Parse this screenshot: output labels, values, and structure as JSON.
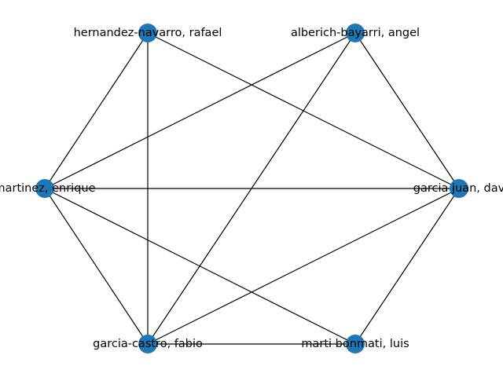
{
  "graph": {
    "node_color": "#1f77b4",
    "edge_color": "#000000",
    "nodes": [
      {
        "id": "hernandez-navarro",
        "label": "hernandez-navarro, rafael"
      },
      {
        "id": "alberich-bayarri",
        "label": "alberich-bayarri, angel"
      },
      {
        "id": "martinez",
        "label": "martinez, enrique"
      },
      {
        "id": "garcia-juan",
        "label": "garcia juan, dav"
      },
      {
        "id": "garcia-castro",
        "label": "garcia-castro, fabio"
      },
      {
        "id": "marti-bonmati",
        "label": "marti bonmati, luis"
      }
    ],
    "edges": [
      [
        "hernandez-navarro",
        "martinez"
      ],
      [
        "hernandez-navarro",
        "garcia-castro"
      ],
      [
        "hernandez-navarro",
        "garcia-juan"
      ],
      [
        "alberich-bayarri",
        "martinez"
      ],
      [
        "alberich-bayarri",
        "garcia-castro"
      ],
      [
        "alberich-bayarri",
        "garcia-juan"
      ],
      [
        "martinez",
        "garcia-juan"
      ],
      [
        "martinez",
        "garcia-castro"
      ],
      [
        "martinez",
        "marti-bonmati"
      ],
      [
        "garcia-juan",
        "garcia-castro"
      ],
      [
        "garcia-juan",
        "marti-bonmati"
      ],
      [
        "garcia-castro",
        "marti-bonmati"
      ]
    ]
  }
}
